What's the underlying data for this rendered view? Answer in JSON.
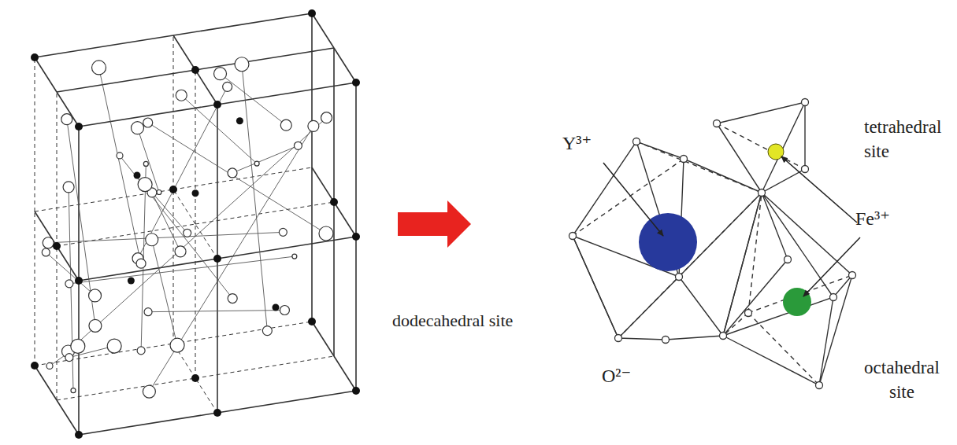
{
  "diagram": {
    "labels": [
      "Y³⁺",
      "tetrahedral site",
      "Fe³⁺",
      "dodecahedral site",
      "O²⁻",
      "octahedral site"
    ]
  }
}
